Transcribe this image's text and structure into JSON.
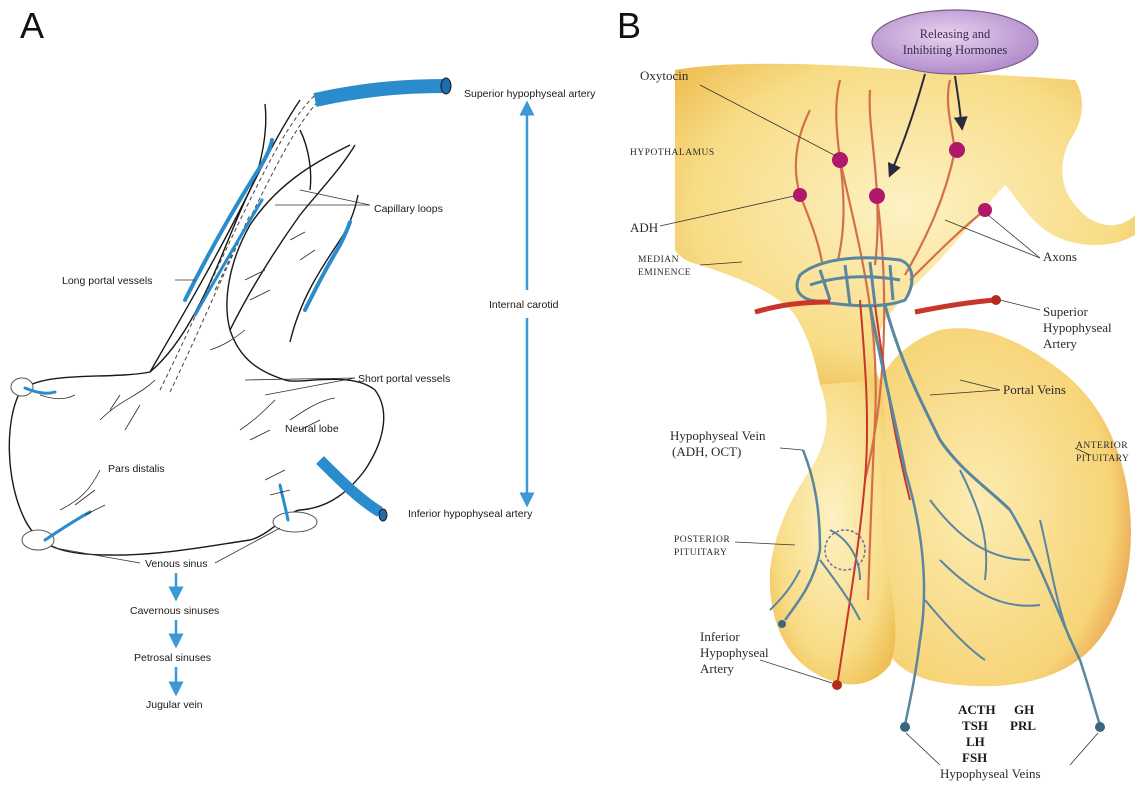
{
  "panel_a": {
    "letter": "A",
    "labels": {
      "superior_artery": "Superior hypophyseal artery",
      "capillary_loops": "Capillary loops",
      "long_portal": "Long portal vessels",
      "internal_carotid": "Internal carotid",
      "short_portal": "Short portal vessels",
      "neural_lobe": "Neural lobe",
      "pars_distalis": "Pars distalis",
      "inferior_artery": "Inferior hypophyseal artery",
      "venous_sinus": "Venous sinus",
      "cavernous": "Cavernous sinuses",
      "petrosal": "Petrosal sinuses",
      "jugular": "Jugular vein"
    },
    "colors": {
      "vessel": "#2a8ccc",
      "arrow": "#3a9ad9"
    }
  },
  "panel_b": {
    "letter": "B",
    "labels": {
      "releasing_line1": "Releasing and",
      "releasing_line2": "Inhibiting Hormones",
      "oxytocin": "Oxytocin",
      "hypothalamus": "HYPOTHALAMUS",
      "adh": "ADH",
      "axons": "Axons",
      "median_line1": "MEDIAN",
      "median_line2": "EMINENCE",
      "superior_line1": "Superior",
      "superior_line2": "Hypophyseal",
      "superior_line3": "Artery",
      "portal_veins": "Portal Veins",
      "hypo_vein_line1": "Hypophyseal Vein",
      "hypo_vein_line2": "(ADH, OCT)",
      "anterior_line1": "ANTERIOR",
      "anterior_line2": "PITUITARY",
      "posterior_line1": "POSTERIOR",
      "posterior_line2": "PITUITARY",
      "inferior_line1": "Inferior",
      "inferior_line2": "Hypophyseal",
      "inferior_line3": "Artery",
      "acth": "ACTH",
      "tsh": "TSH",
      "lh": "LH",
      "fsh": "FSH",
      "gh": "GH",
      "prl": "PRL",
      "hypophyseal_veins": "Hypophyseal Veins"
    },
    "colors": {
      "tissue_light": "#fbe9a8",
      "tissue_mid": "#f6d779",
      "artery": "#c8352a",
      "vein": "#5a86a0",
      "neuron": "#b0186a",
      "oval": "#c9a6dd"
    }
  }
}
